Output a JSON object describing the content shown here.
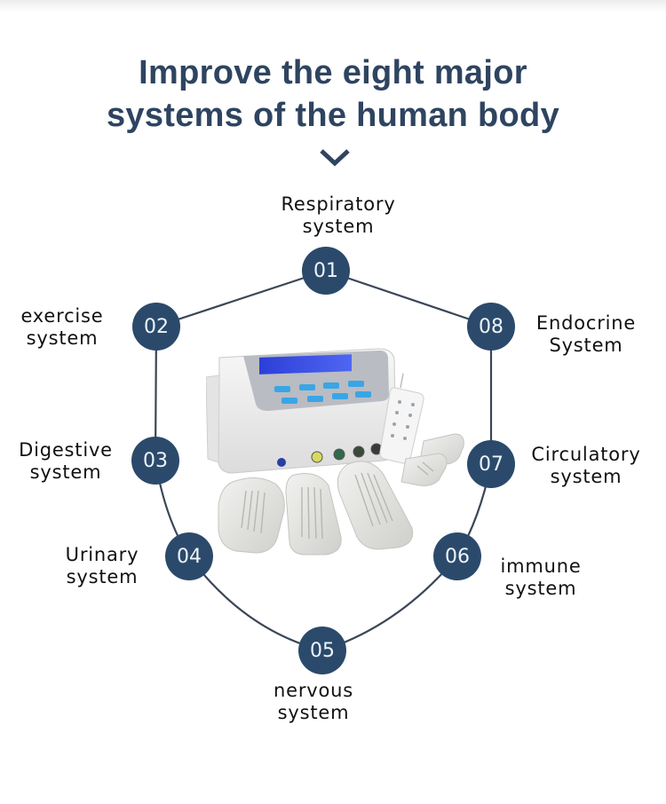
{
  "header": {
    "title_line1": "Improve the eight major",
    "title_line2": "systems of the human body",
    "scroll_icon": "chevron-down-icon"
  },
  "colors": {
    "title": "#2e4460",
    "node_fill": "#2b4a6b",
    "node_text": "#eef4fa",
    "connector": "#3a4656",
    "label_text": "#111111"
  },
  "product_image": {
    "description": "White therapy device with blue LCD display, control buttons, wireless remote and four electrode pads"
  },
  "systems": [
    {
      "number": "01",
      "line1": "Respiratory",
      "line2": "system"
    },
    {
      "number": "02",
      "line1": "exercise",
      "line2": "system"
    },
    {
      "number": "03",
      "line1": "Digestive",
      "line2": "system"
    },
    {
      "number": "04",
      "line1": "Urinary",
      "line2": "system"
    },
    {
      "number": "05",
      "line1": "nervous",
      "line2": "system"
    },
    {
      "number": "06",
      "line1": "immune",
      "line2": "system"
    },
    {
      "number": "07",
      "line1": "Circulatory",
      "line2": "system"
    },
    {
      "number": "08",
      "line1": "Endocrine",
      "line2": "System"
    }
  ]
}
